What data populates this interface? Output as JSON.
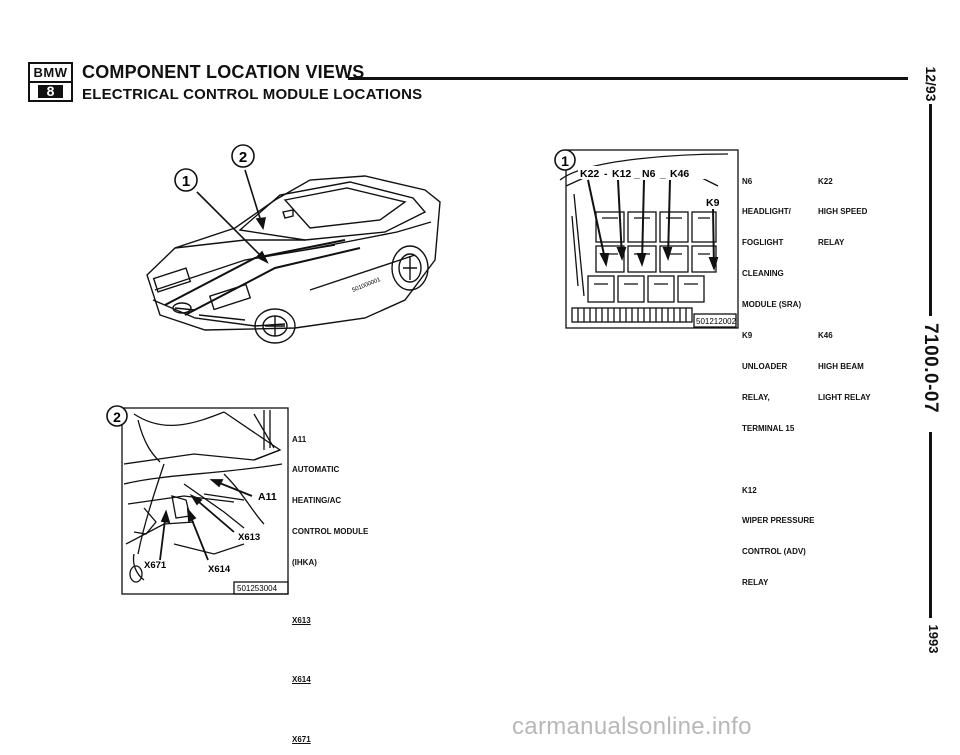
{
  "header": {
    "logo_top": "BMW",
    "logo_bottom": "8",
    "title": "COMPONENT LOCATION VIEWS",
    "subtitle": "ELECTRICAL CONTROL MODULE LOCATIONS"
  },
  "side": {
    "date": "12/93",
    "code": "7100.0-07",
    "year": "1993"
  },
  "figure_car": {
    "callouts": [
      "1",
      "2"
    ],
    "ref": "501000001"
  },
  "figure_relay": {
    "callout": "1",
    "labels": [
      "K22",
      "-",
      "K12",
      "_",
      "N6",
      "_",
      "K46"
    ],
    "k9_label": "K9",
    "ref": "501212002",
    "legend_col1": [
      "N6",
      "HEADLIGHT/",
      "FOGLIGHT",
      "CLEANING",
      "MODULE (SRA)",
      "K9",
      "UNLOADER",
      "RELAY,",
      "TERMINAL 15",
      "",
      "K12",
      "WIPER PRESSURE",
      "CONTROL (ADV)",
      "RELAY"
    ],
    "legend_col2": [
      "K22",
      "HIGH SPEED",
      "RELAY",
      "",
      "",
      "K46",
      "HIGH BEAM",
      "LIGHT RELAY"
    ]
  },
  "figure_dash": {
    "callout": "2",
    "labels": {
      "a11": "A11",
      "x613": "X613",
      "x671": "X671",
      "x614": "X614"
    },
    "ref": "501253004",
    "legend": [
      "A11",
      "AUTOMATIC",
      "HEATING/AC",
      "CONTROL MODULE",
      "(IHKA)"
    ],
    "legend_under": [
      "X613",
      "X614",
      "X671"
    ]
  },
  "watermark": "carmanualsonline.info"
}
